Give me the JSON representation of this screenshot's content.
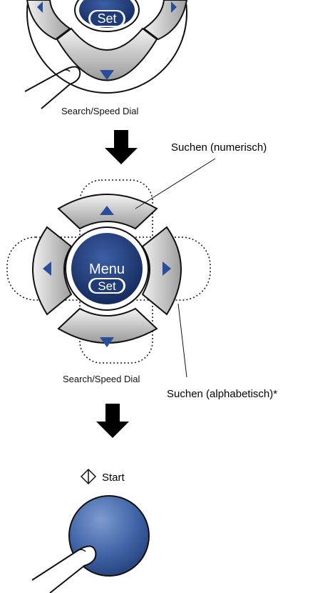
{
  "top_pad": {
    "set_label": "Set",
    "caption": "Search/Speed Dial"
  },
  "nav_pad": {
    "menu_label": "Menu",
    "set_label": "Set",
    "caption": "Search/Speed Dial",
    "callout_numeric": "Suchen (numerisch)",
    "callout_alpha": "Suchen (alphabetisch)*"
  },
  "start": {
    "label": "Start"
  },
  "colors": {
    "button_blue": "#1f3b78",
    "arrow_blue": "#2a4d9b",
    "pad_gray": "#bdbdbd",
    "start_blue": "#3f63a6"
  }
}
